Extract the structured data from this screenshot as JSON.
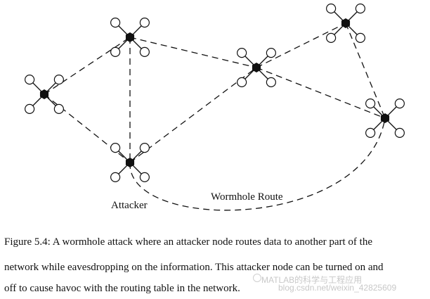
{
  "labels": {
    "attacker": "Attacker",
    "wormhole_route": "Wormhole Route"
  },
  "caption": {
    "line1": "Figure 5.4: A wormhole attack where an attacker node routes data to another part of the",
    "line2": "network while eavesdropping on the information. This attacker node can be turned on and",
    "line3": "off to cause havoc with the routing table in the network."
  },
  "watermark": {
    "line1": "MATLAB的科学与工程应用",
    "line2": "blog.csdn.net/weixin_42825609"
  },
  "nodes": [
    {
      "id": "node-left"
    },
    {
      "id": "node-top-left"
    },
    {
      "id": "node-attacker"
    },
    {
      "id": "node-center"
    },
    {
      "id": "node-top-right"
    },
    {
      "id": "node-right"
    }
  ],
  "links": [
    {
      "from": "node-left",
      "to": "node-top-left"
    },
    {
      "from": "node-left",
      "to": "node-attacker"
    },
    {
      "from": "node-top-left",
      "to": "node-attacker"
    },
    {
      "from": "node-top-left",
      "to": "node-center"
    },
    {
      "from": "node-attacker",
      "to": "node-center"
    },
    {
      "from": "node-center",
      "to": "node-top-right"
    },
    {
      "from": "node-center",
      "to": "node-right"
    },
    {
      "from": "node-top-right",
      "to": "node-right"
    }
  ],
  "colors": {
    "ink": "#111111",
    "watermark": "#c8c8c8"
  }
}
